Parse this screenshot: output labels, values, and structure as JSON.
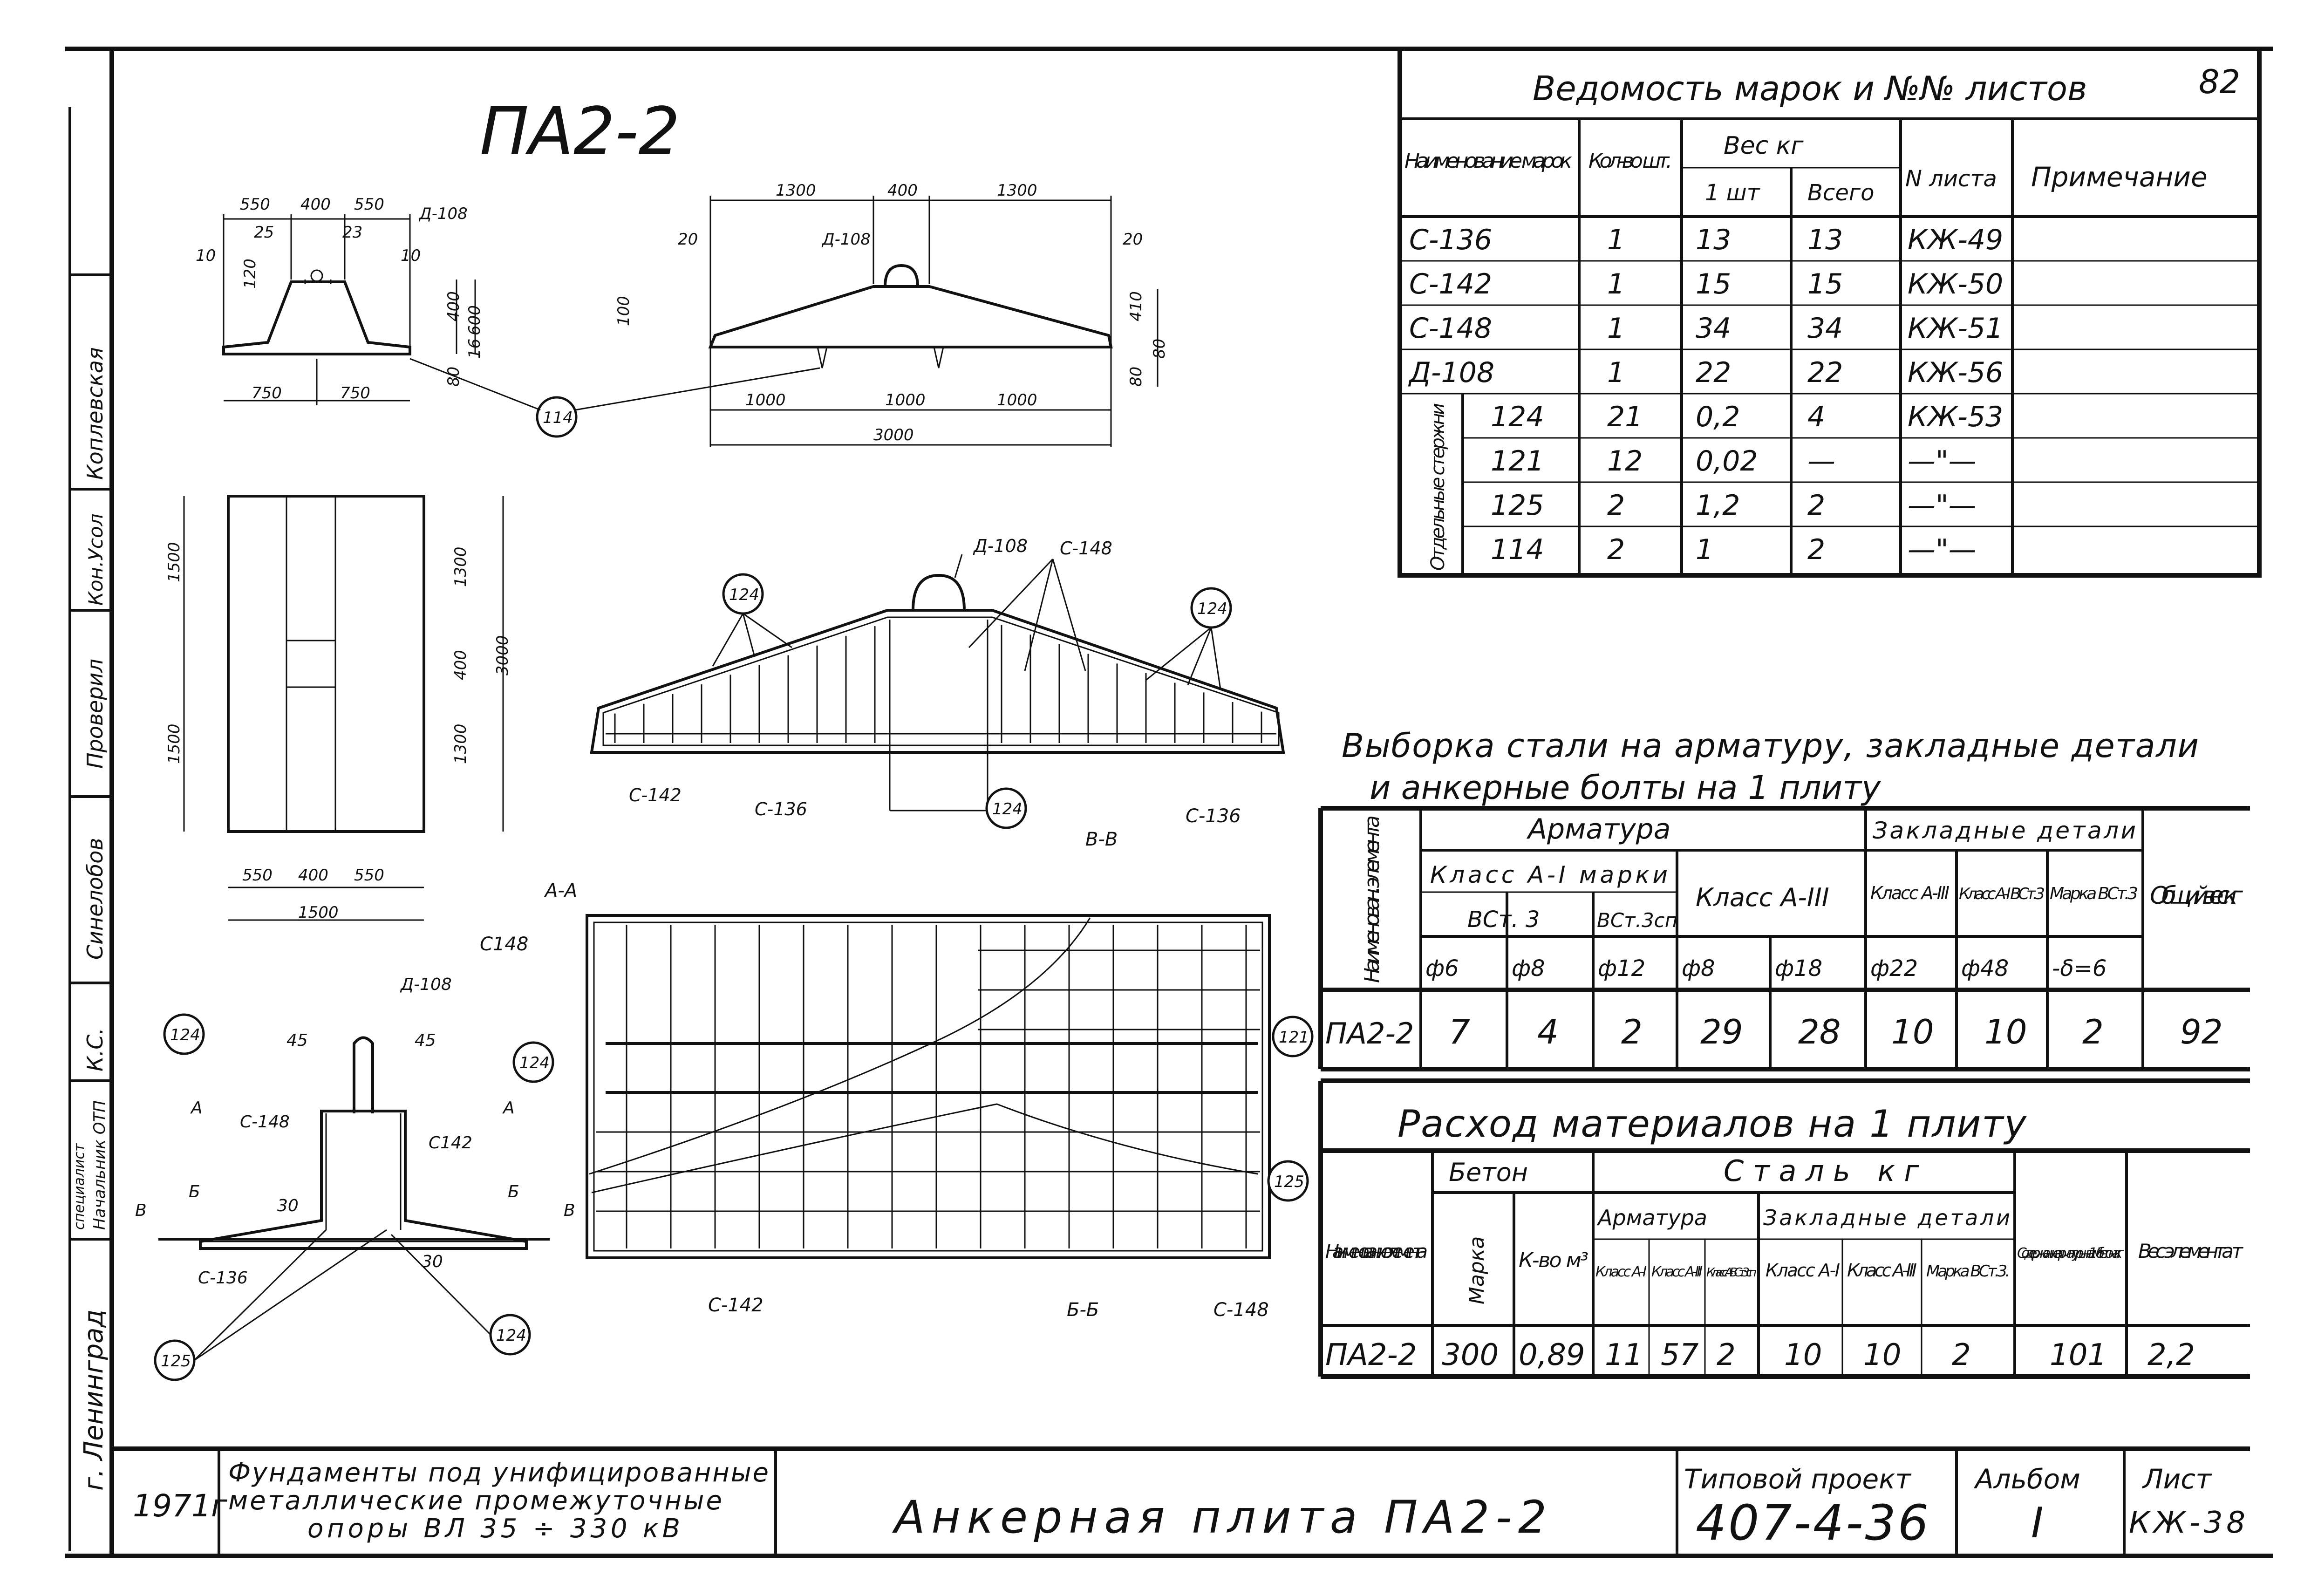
{
  "title": "ПА2-2",
  "sheet_corner_number": "82",
  "marks_table": {
    "title": "Ведомость марок и №№ листов",
    "headers": {
      "name": "Наименование марок",
      "qty": "Кол-во шт.",
      "weight": "Вес кг",
      "weight_one": "1 шт",
      "weight_total": "Всего",
      "sheet_no": "N листа",
      "note": "Примечание"
    },
    "group_label": "Отдельные стержни",
    "rows": [
      {
        "mark": "С-136",
        "qty": "1",
        "one": "13",
        "total": "13",
        "sheet": "КЖ-49"
      },
      {
        "mark": "С-142",
        "qty": "1",
        "one": "15",
        "total": "15",
        "sheet": "КЖ-50"
      },
      {
        "mark": "С-148",
        "qty": "1",
        "one": "34",
        "total": "34",
        "sheet": "КЖ-51"
      },
      {
        "mark": "Д-108",
        "qty": "1",
        "one": "22",
        "total": "22",
        "sheet": "КЖ-56"
      },
      {
        "mark": "124",
        "qty": "21",
        "one": "0,2",
        "total": "4",
        "sheet": "КЖ-53"
      },
      {
        "mark": "121",
        "qty": "12",
        "one": "0,02",
        "total": "—",
        "sheet": "—\"—"
      },
      {
        "mark": "125",
        "qty": "2",
        "one": "1,2",
        "total": "2",
        "sheet": "—\"—"
      },
      {
        "mark": "114",
        "qty": "2",
        "one": "1",
        "total": "2",
        "sheet": "—\"—"
      }
    ]
  },
  "steel_table": {
    "title_line1": "Выборка стали на арматуру, закладные детали",
    "title_line2": "и анкерные болты на 1 плиту",
    "name_header": "Наименован. элемента",
    "armatura": "Арматура",
    "class_a1": "Класс А-I марки",
    "vst3": "ВСт. 3",
    "vst3sp": "ВСт.3сп",
    "class_a3": "Класс А-III",
    "embedded": "Закладные детали",
    "emb_a3": "Класс А-III",
    "emb_a1": "Класс А-I ВСт.3",
    "emb_mark": "Марка ВСт.3",
    "total_weight": "Общий вес кг",
    "diameters": [
      "ф6",
      "ф8",
      "ф12",
      "ф8",
      "ф18",
      "ф22",
      "ф48",
      "-δ=6"
    ],
    "row_name": "ПА2-2",
    "values": [
      "7",
      "4",
      "2",
      "29",
      "28",
      "10",
      "10",
      "2",
      "92"
    ]
  },
  "materials_table": {
    "title": "Расход материалов на 1 плиту",
    "name_header": "Наименование элемента",
    "concrete": "Бетон",
    "mark": "Марка",
    "volume": "К-во м³",
    "steel": "Сталь кг",
    "armatura": "Арматура",
    "embedded": "Закладные детали",
    "arm_cols": [
      "Класс А-I",
      "Класс А-III",
      "Класс А-I ВСт3сп"
    ],
    "emb_cols": [
      "Класс А-I",
      "Класс А-III",
      "Марка ВСт.3."
    ],
    "content": "Содержание арматуры на 1м³ бетона кг",
    "element_weight": "Вес элемента т",
    "row": [
      "ПА2-2",
      "300",
      "0,89",
      "11",
      "57",
      "2",
      "10",
      "10",
      "2",
      "101",
      "2,2"
    ]
  },
  "title_block": {
    "year": "1971г",
    "desc_line1": "Фундаменты под унифицированные",
    "desc_line2": "металлические промежуточные",
    "desc_line3": "опоры ВЛ 35 ÷ 330 кВ",
    "drawing_name": "Анкерная плита ПА2-2",
    "project_label": "Типовой проект",
    "project_no": "407-4-36",
    "album_label": "Альбом",
    "album_no": "I",
    "sheet_label": "Лист",
    "sheet_no": "КЖ-38",
    "city": "г. Ленинград"
  },
  "side_stamp": [
    "Коплевская",
    "Кон.Усол",
    "Проверил",
    "Синелобов",
    "К.С.",
    "Начальник ОТП",
    "специалист"
  ],
  "drawing_labels": {
    "top_dims": [
      "550",
      "400",
      "550",
      "25",
      "23",
      "10",
      "10",
      "120",
      "400",
      "16",
      "600",
      "750",
      "750",
      "80"
    ],
    "side_dims": [
      "1300",
      "400",
      "1300",
      "20",
      "20",
      "100",
      "410",
      "80",
      "80",
      "1000",
      "1000",
      "1000",
      "3000"
    ],
    "plan_dims": [
      "1500",
      "1500",
      "1300",
      "400",
      "1300",
      "3000",
      "550",
      "400",
      "550",
      "1500"
    ],
    "marks": [
      "Д-108",
      "С-148",
      "С-142",
      "С-136",
      "114",
      "124",
      "121",
      "125"
    ],
    "sections": [
      "А-А",
      "Б-Б",
      "В-В",
      "А",
      "Б",
      "В",
      "45",
      "45",
      "30",
      "30"
    ]
  }
}
